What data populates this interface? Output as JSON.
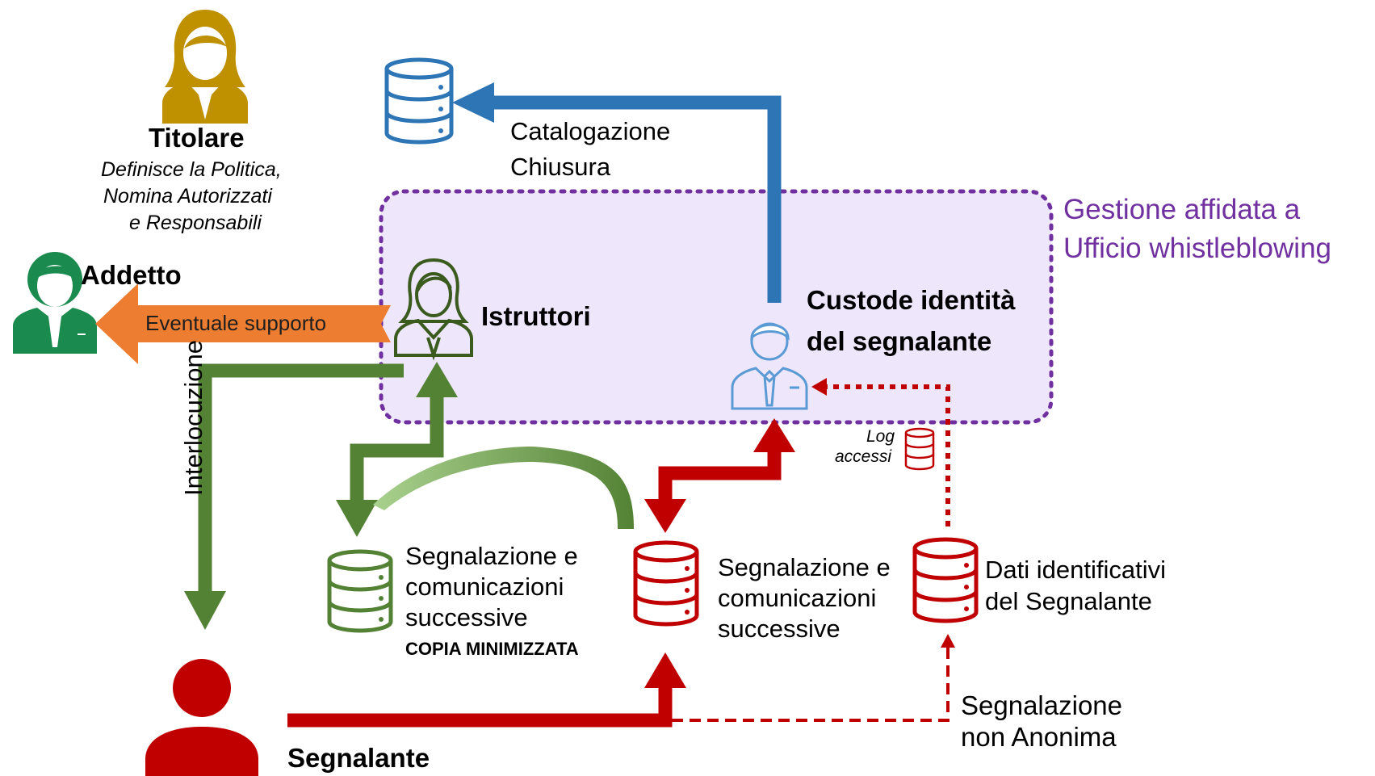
{
  "actors": {
    "titolare": {
      "name": "Titolare",
      "role_lines": [
        "Definisce la Politica,",
        "Nomina Autorizzati",
        "e Responsabili"
      ]
    },
    "addetto": {
      "name": "Addetto"
    },
    "istruttori": {
      "name": "Istruttori"
    },
    "custode": {
      "name_lines": [
        "Custode identità",
        "del segnalante"
      ]
    },
    "segnalante": {
      "name": "Segnalante"
    }
  },
  "zone": {
    "label_lines": [
      "Gestione affidata a",
      "Ufficio whistleblowing"
    ]
  },
  "flows": {
    "catalogazione": [
      "Catalogazione",
      "Chiusura"
    ],
    "supporto": "Eventuale supporto",
    "interlocuzione": "Interlocuzione",
    "non_anonima": [
      "Segnalazione",
      "non Anonima"
    ]
  },
  "stores": {
    "copia": {
      "lines": [
        "Segnalazione e",
        "comunicazioni",
        "successive"
      ],
      "note": "COPIA MINIMIZZATA"
    },
    "segnalazione": {
      "lines": [
        "Segnalazione e",
        "comunicazioni",
        "successive"
      ]
    },
    "dati": {
      "lines": [
        "Dati identificativi",
        "del Segnalante"
      ]
    },
    "log": {
      "lines": [
        "Log",
        "accessi"
      ]
    }
  },
  "colors": {
    "blue": "#2e75b6",
    "green": "#548235",
    "red": "#c00000",
    "gold": "#bf9000",
    "purple": "#7030a0",
    "orange": "#ed7d31",
    "zone_fill": "#eee6fb",
    "dark_green": "#1a8a4f"
  }
}
